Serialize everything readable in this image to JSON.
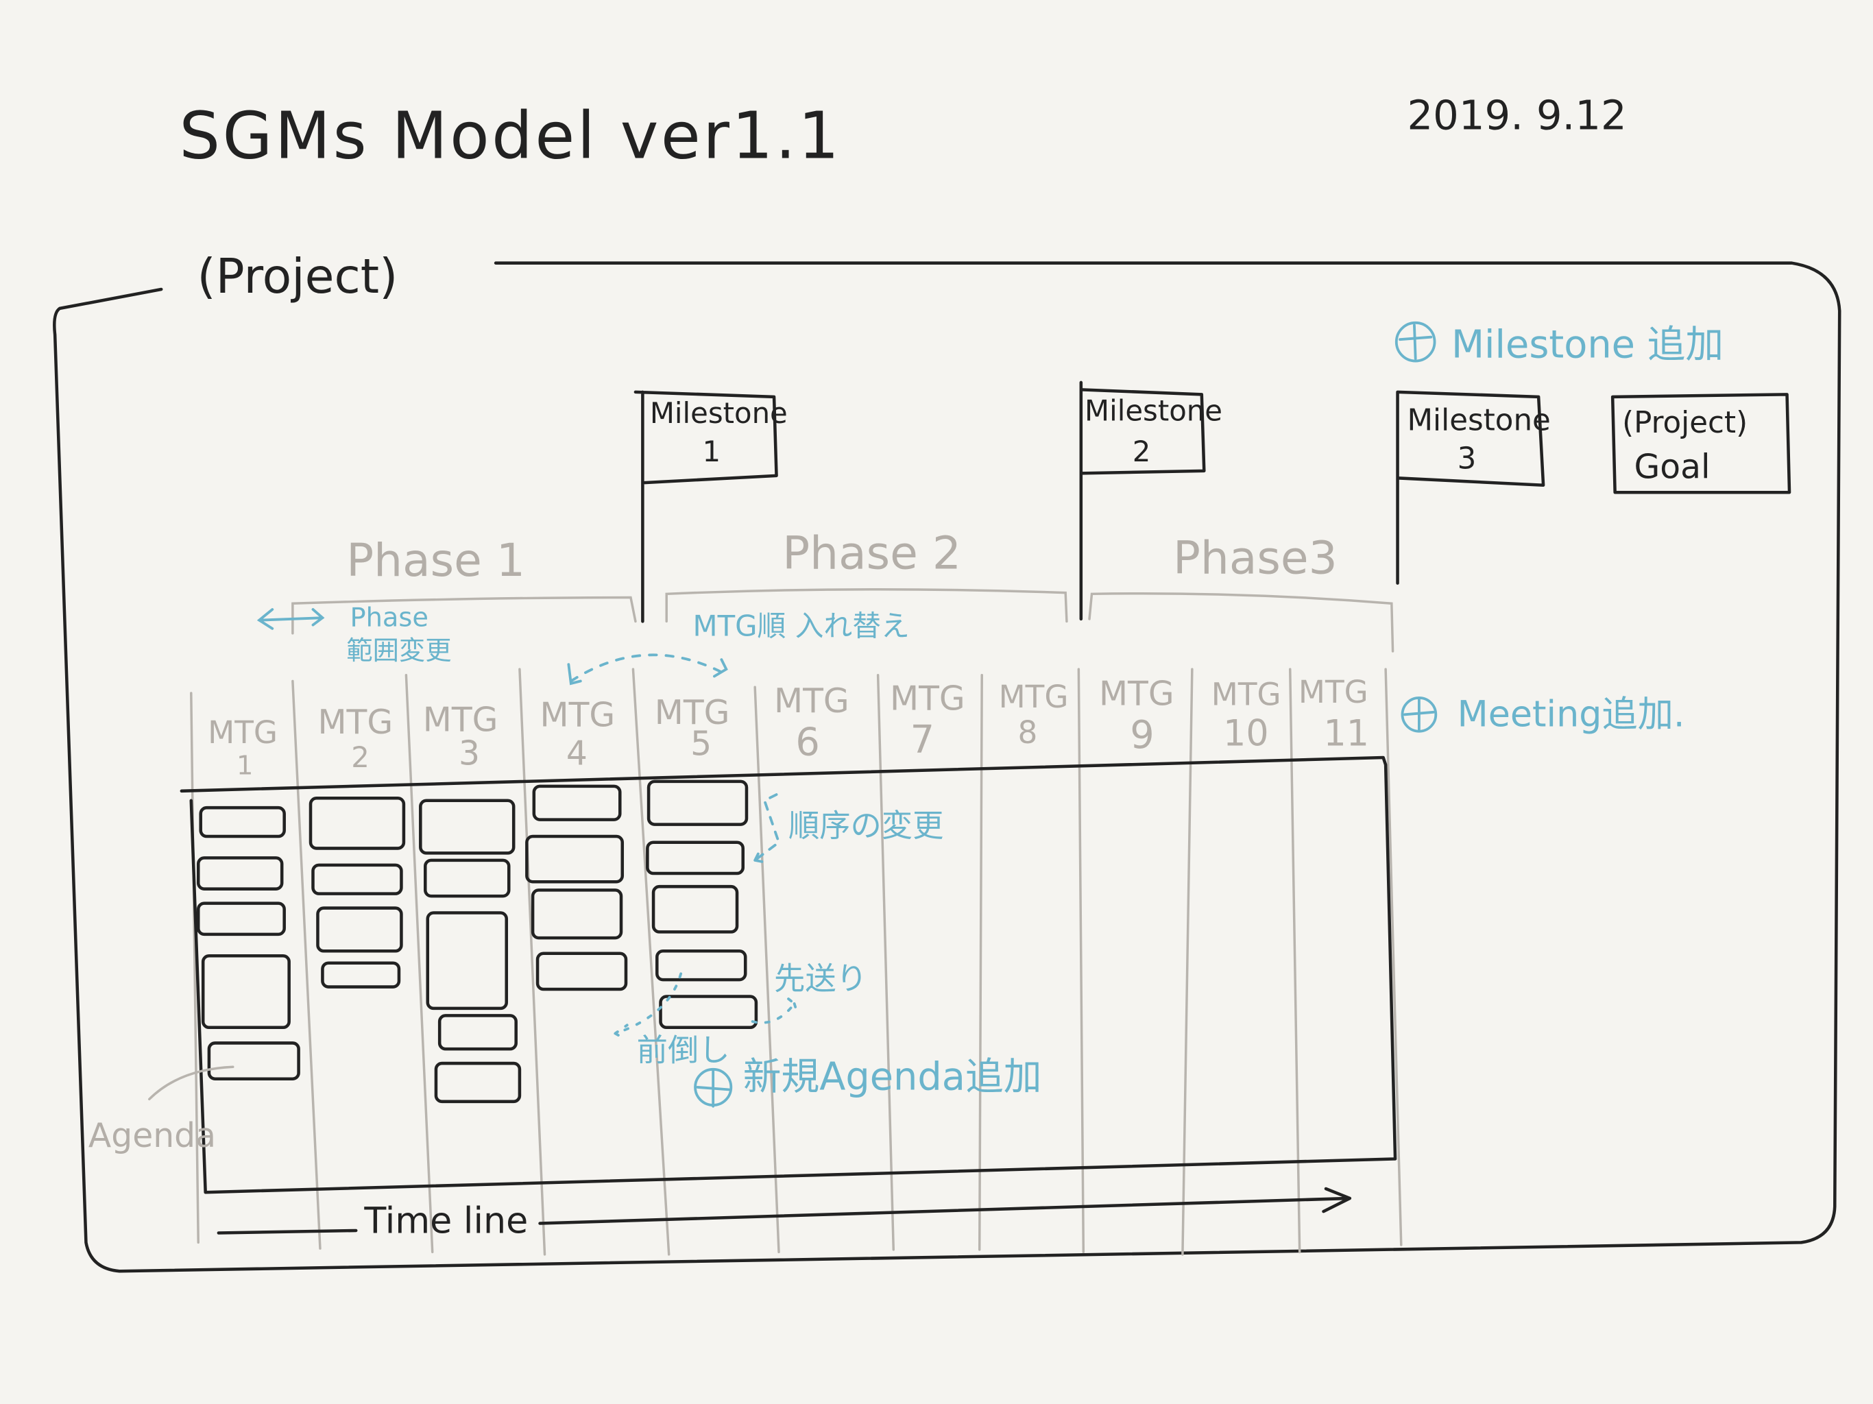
{
  "title": "SGMs Model ver1.1",
  "date": "2019. 9.12",
  "project_label": "(Project)",
  "milestone_add": "Milestone 追加",
  "milestones": [
    {
      "line1": "Milestone",
      "line2": "1"
    },
    {
      "line1": "Milestone",
      "line2": "2"
    },
    {
      "line1": "Milestone",
      "line2": "3"
    }
  ],
  "goal": {
    "line1": "(Project)",
    "line2": "Goal"
  },
  "phases": [
    "Phase 1",
    "Phase 2",
    "Phase3"
  ],
  "phase_range_note": {
    "line1": "Phase",
    "line2": "範囲変更"
  },
  "mtg_swap_note": "MTG順 入れ替え",
  "meetings": [
    {
      "label": "MTG",
      "num": "1"
    },
    {
      "label": "MTG",
      "num": "2"
    },
    {
      "label": "MTG",
      "num": "3"
    },
    {
      "label": "MTG",
      "num": "4"
    },
    {
      "label": "MTG",
      "num": "5"
    },
    {
      "label": "MTG",
      "num": "6"
    },
    {
      "label": "MTG",
      "num": "7"
    },
    {
      "label": "MTG",
      "num": "8"
    },
    {
      "label": "MTG",
      "num": "9"
    },
    {
      "label": "MTG",
      "num": "10"
    },
    {
      "label": "MTG",
      "num": "11"
    }
  ],
  "meeting_add": "Meeting追加.",
  "order_change_note": "順序の変更",
  "postpone_note": "先送り",
  "advance_note": "前倒し",
  "agenda_add": "新規Agenda追加",
  "agenda_label": "Agenda",
  "timeline_label": "Time line",
  "colors": {
    "ink": "#222222",
    "gray": "#b8b4ae",
    "blue": "#6ab4cc",
    "paper": "#f5f4f0"
  }
}
